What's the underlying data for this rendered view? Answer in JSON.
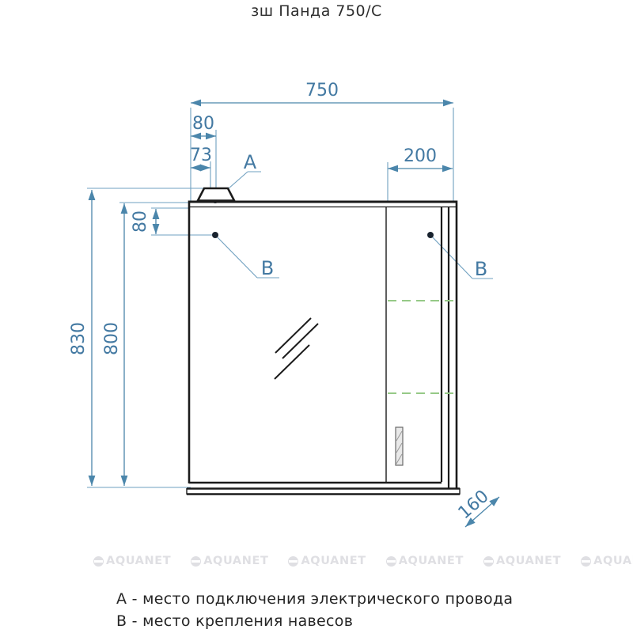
{
  "title": "зш Панда 750/С",
  "drawing": {
    "dimensions": {
      "width_total": "750",
      "lamp_offset_outer": "80",
      "lamp_offset_inner": "73",
      "right_section_width": "200",
      "height_total": "830",
      "height_body": "800",
      "hinge_top_offset": "80",
      "depth": "160"
    },
    "markers": {
      "a": "A",
      "b_left": "B",
      "b_right": "B"
    }
  },
  "legend": {
    "line_a": "А - место подключения электрического провода",
    "line_b": "В - место крепления навесов"
  },
  "watermark": {
    "text": "AQUANET"
  },
  "colors": {
    "dimension_blue": "#4b86ab",
    "line_black": "#1b1b1b",
    "shelf_green": "#96c987",
    "watermark_gray": "#dfdfe3"
  }
}
